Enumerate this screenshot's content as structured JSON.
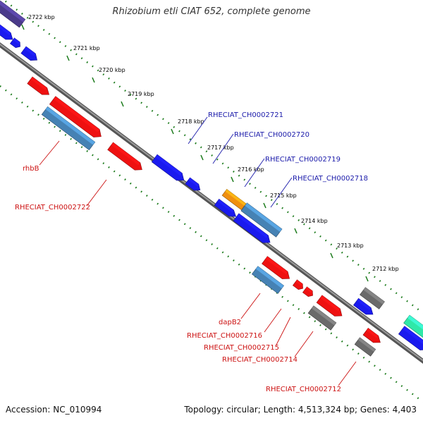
{
  "title": "Rhizobium etli CIAT 652, complete genome",
  "footer": {
    "accession": "Accession: NC_010994",
    "summary": "Topology: circular; Length: 4,513,324 bp; Genes: 4,403"
  },
  "colors": {
    "backbone": "#7a7a7a",
    "forward_gene": "#1a1aee",
    "reverse_gene": "#ee1111",
    "cds_steelblue": "#4682b4",
    "pseudo_gray": "#6a6a6a",
    "rna_orange": "#f09010",
    "teal": "#30e8a8",
    "dark_purple": "#4a3a8a",
    "upper_label": "#1a1aaa",
    "lower_label": "#cc1111",
    "tick_green": "#1a7a1a"
  },
  "ruler_ticks": [
    "2722 kbp",
    "2721 kbp",
    "2720 kbp",
    "2719 kbp",
    "2718 kbp",
    "2717 kbp",
    "2716 kbp",
    "2715 kbp",
    "2714 kbp",
    "2713 kbp",
    "2712 kbp"
  ],
  "labels_upper": [
    "RHECIAT_CH0002721",
    "RHECIAT_CH0002720",
    "RHECIAT_CH0002719",
    "RHECIAT_CH0002718"
  ],
  "labels_lower": [
    "rhbB",
    "RHECIAT_CH0002722",
    "dapB2",
    "RHECIAT_CH0002716",
    "RHECIAT_CH0002715",
    "RHECIAT_CH0002714",
    "RHECIAT_CH0002712"
  ]
}
